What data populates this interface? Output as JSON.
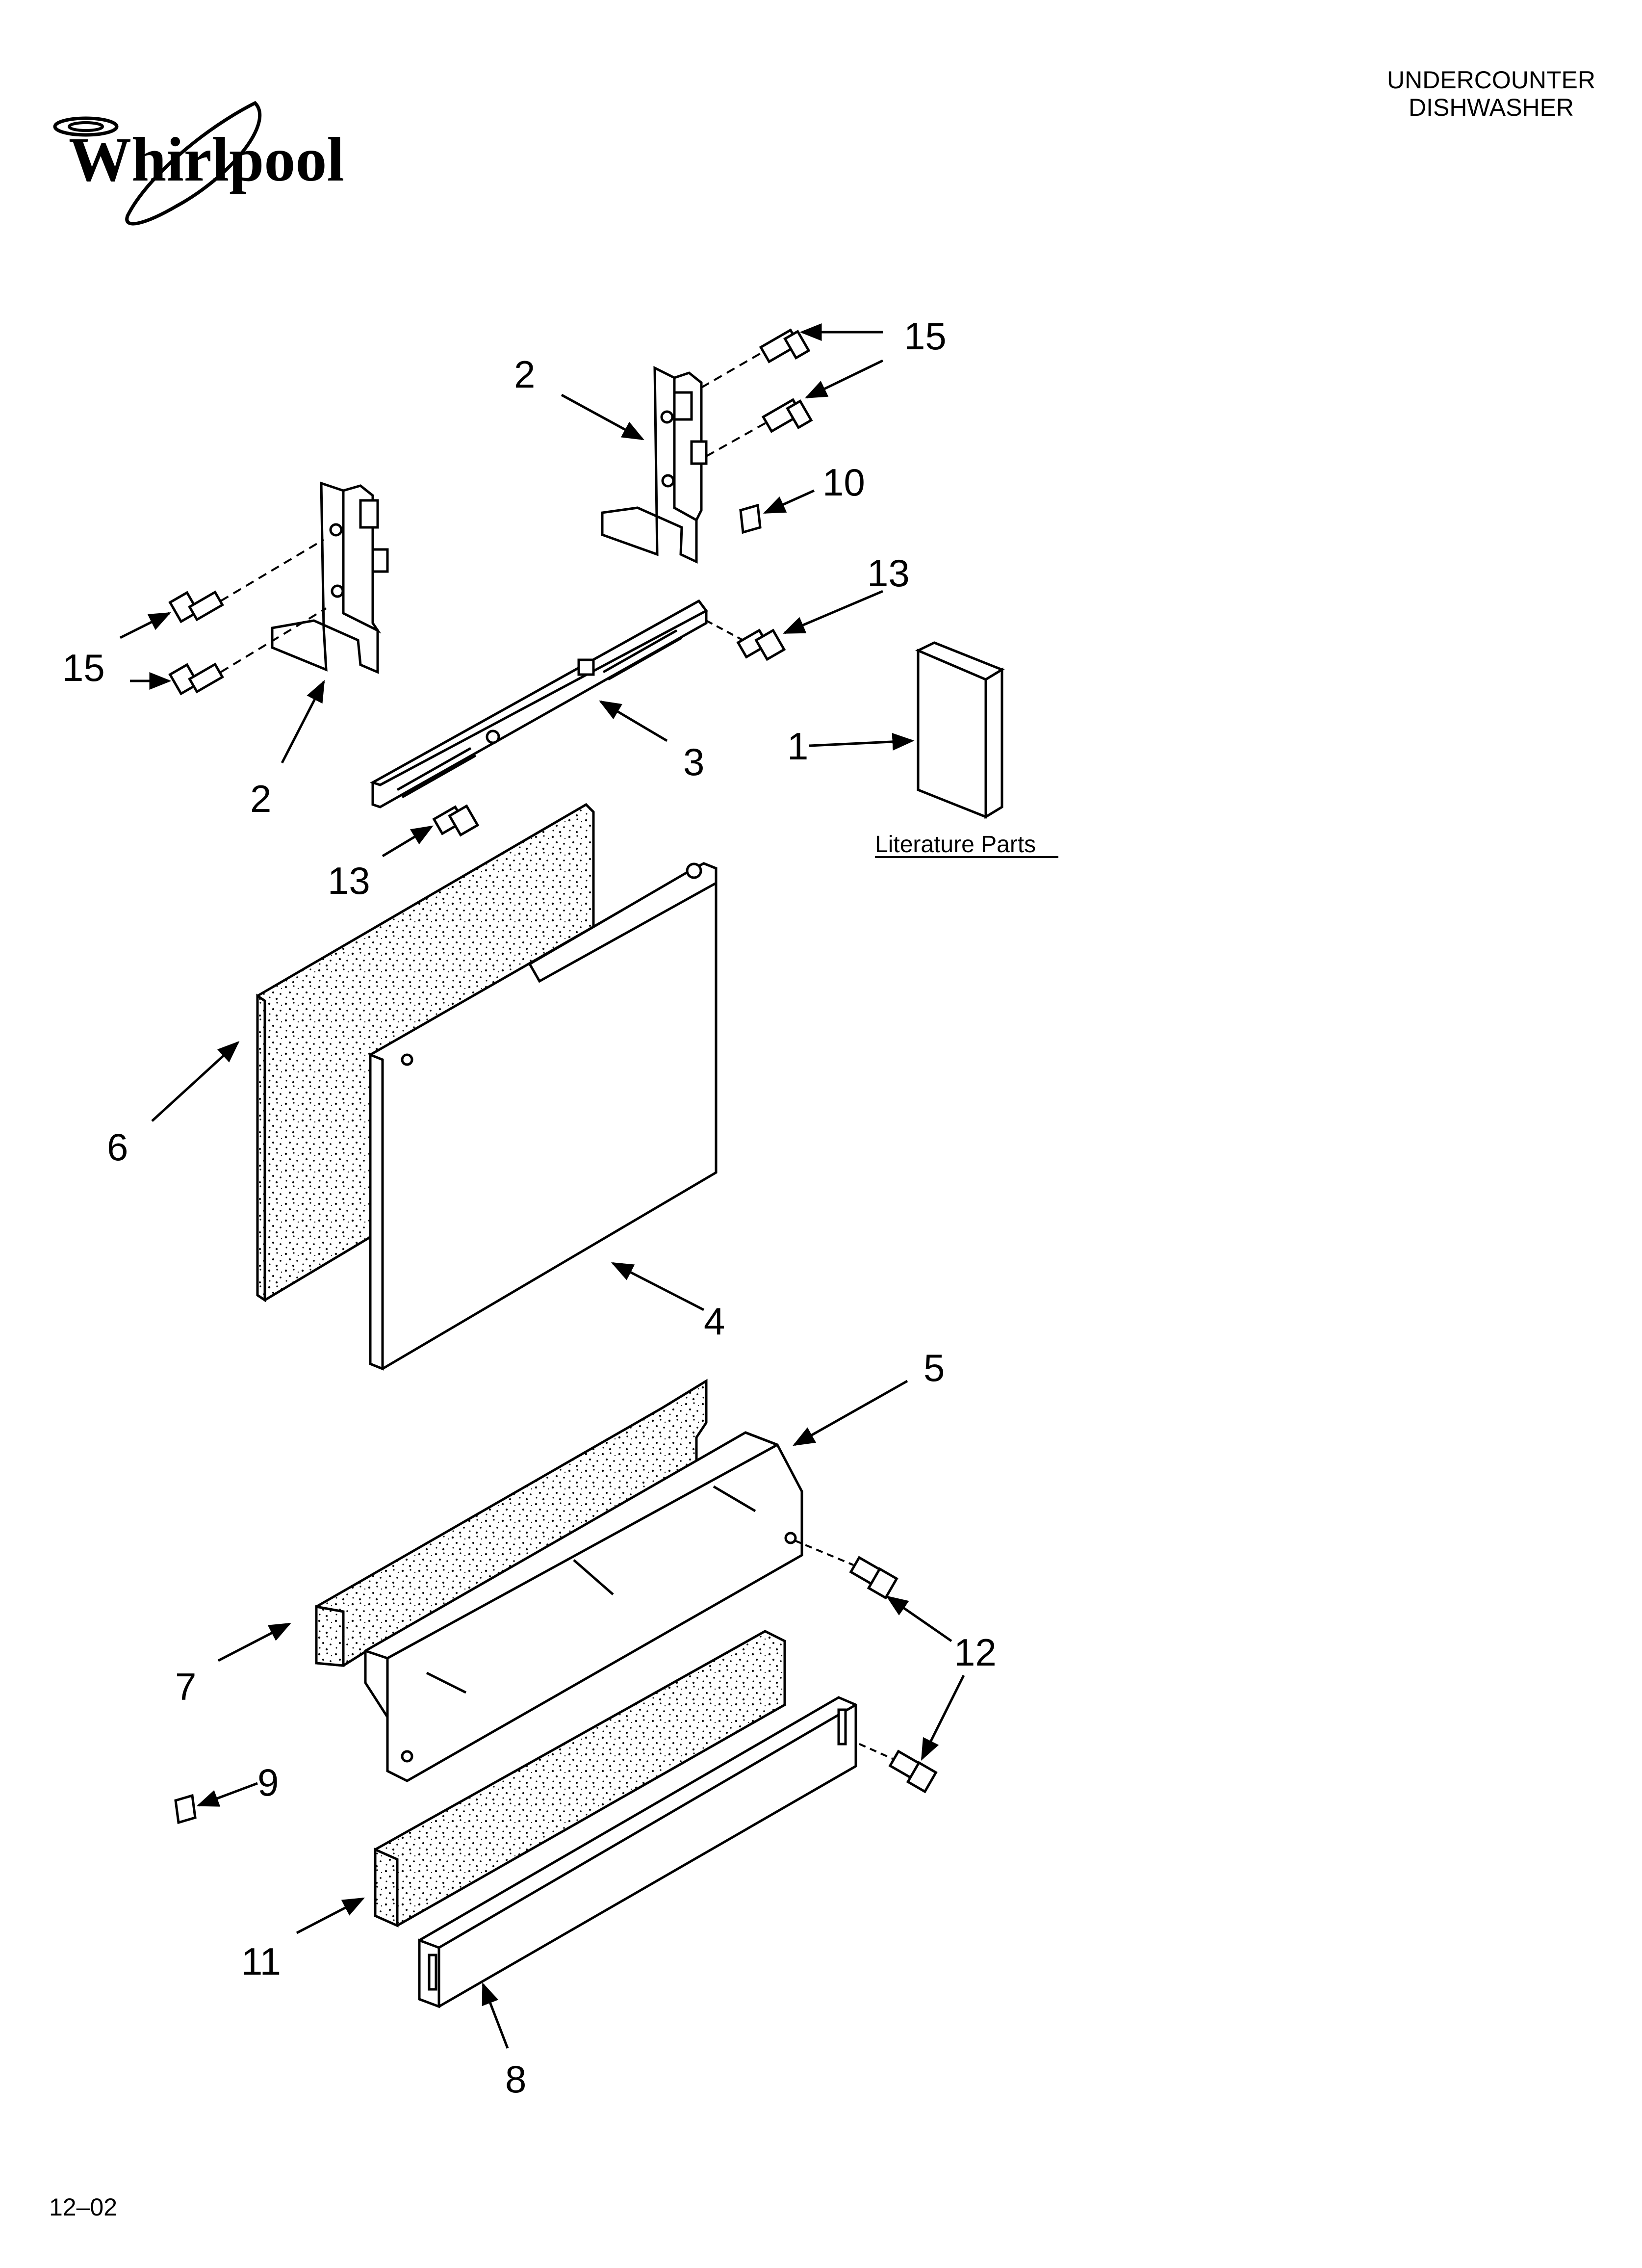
{
  "brand": {
    "name": "Whirlpool"
  },
  "header": {
    "line1": "UNDERCOUNTER",
    "line2": "DISHWASHER"
  },
  "footer": {
    "revision": "12–02"
  },
  "literature_label": "Literature Parts",
  "callouts": [
    "15",
    "2",
    "10",
    "13",
    "15",
    "2",
    "3",
    "1",
    "13",
    "6",
    "4",
    "5",
    "12",
    "7",
    "9",
    "11",
    "8",
    "12"
  ],
  "colors": {
    "ink": "#000000",
    "paper": "#ffffff"
  }
}
